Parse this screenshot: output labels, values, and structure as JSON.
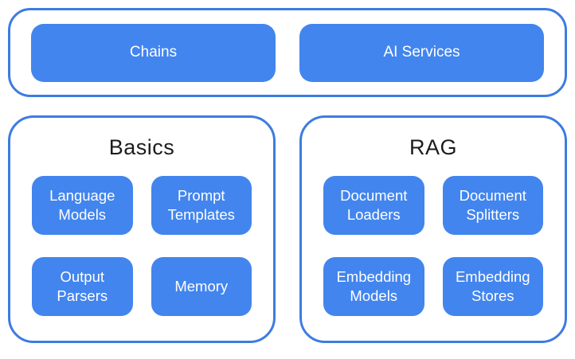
{
  "top_group": {
    "items": [
      {
        "label": "Chains"
      },
      {
        "label": "AI Services"
      }
    ]
  },
  "groups": [
    {
      "title": "Basics",
      "items": [
        {
          "label": "Language Models"
        },
        {
          "label": "Prompt Templates"
        },
        {
          "label": "Output Parsers"
        },
        {
          "label": "Memory"
        }
      ]
    },
    {
      "title": "RAG",
      "items": [
        {
          "label": "Document Loaders"
        },
        {
          "label": "Document Splitters"
        },
        {
          "label": "Embedding Models"
        },
        {
          "label": "Embedding Stores"
        }
      ]
    }
  ],
  "colors": {
    "box_fill": "#4285EE",
    "box_text": "#ffffff",
    "container_border": "#3C7CE2",
    "title_text": "#1c1c1c",
    "background": "#ffffff"
  }
}
